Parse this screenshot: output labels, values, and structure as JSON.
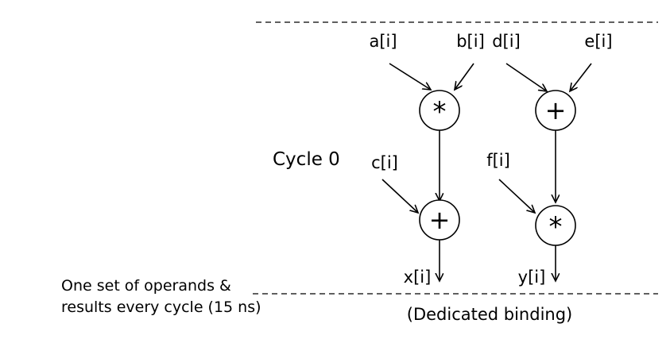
{
  "diagram": {
    "cycle_label": "Cycle 0",
    "note_line1": "One set of operands &",
    "note_line2": "results every cycle (15 ns)",
    "caption": "(Dedicated binding)"
  },
  "inputs": {
    "a": "a[i]",
    "b": "b[i]",
    "c": "c[i]",
    "d": "d[i]",
    "e": "e[i]",
    "f": "f[i]"
  },
  "outputs": {
    "x": "x[i]",
    "y": "y[i]"
  },
  "operators": {
    "mult_top": "*",
    "add_top": "+",
    "add_bottom": "+",
    "mult_bottom": "*"
  }
}
